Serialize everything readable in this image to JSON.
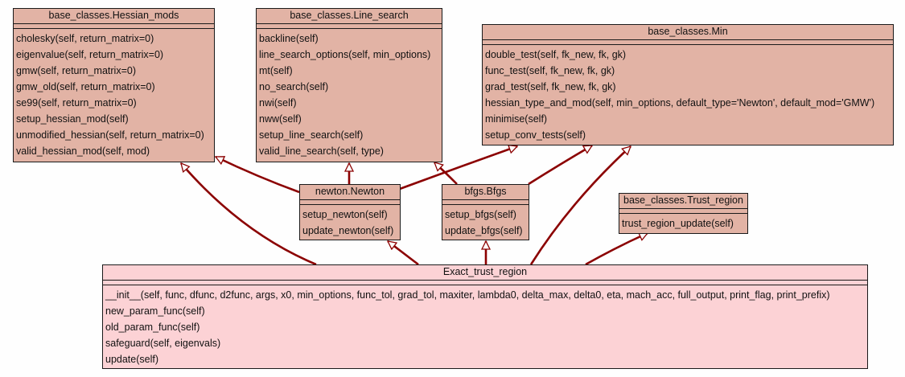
{
  "diagram": {
    "type": "uml-class-inheritance",
    "colors": {
      "base_class_fill": "#e2b3a5",
      "main_class_fill": "#fcd2d5",
      "edge": "#8b0000",
      "border": "#1a1a1a"
    },
    "classes": {
      "hessian_mods": {
        "name": "base_classes.Hessian_mods",
        "methods": [
          "cholesky(self, return_matrix=0)",
          "eigenvalue(self, return_matrix=0)",
          "gmw(self, return_matrix=0)",
          "gmw_old(self, return_matrix=0)",
          "se99(self, return_matrix=0)",
          "setup_hessian_mod(self)",
          "unmodified_hessian(self, return_matrix=0)",
          "valid_hessian_mod(self, mod)"
        ]
      },
      "line_search": {
        "name": "base_classes.Line_search",
        "methods": [
          "backline(self)",
          "line_search_options(self, min_options)",
          "mt(self)",
          "no_search(self)",
          "nwi(self)",
          "nww(self)",
          "setup_line_search(self)",
          "valid_line_search(self, type)"
        ]
      },
      "min": {
        "name": "base_classes.Min",
        "methods": [
          "double_test(self, fk_new, fk, gk)",
          "func_test(self, fk_new, fk, gk)",
          "grad_test(self, fk_new, fk, gk)",
          "hessian_type_and_mod(self, min_options, default_type='Newton', default_mod='GMW')",
          "minimise(self)",
          "setup_conv_tests(self)"
        ]
      },
      "newton": {
        "name": "newton.Newton",
        "methods": [
          "setup_newton(self)",
          "update_newton(self)"
        ]
      },
      "bfgs": {
        "name": "bfgs.Bfgs",
        "methods": [
          "setup_bfgs(self)",
          "update_bfgs(self)"
        ]
      },
      "trust_region": {
        "name": "base_classes.Trust_region",
        "methods": [
          "trust_region_update(self)"
        ]
      },
      "exact_trust_region": {
        "name": "Exact_trust_region",
        "methods": [
          "__init__(self, func, dfunc, d2func, args, x0, min_options, func_tol, grad_tol, maxiter, lambda0, delta_max, delta0, eta, mach_acc, full_output, print_flag, print_prefix)",
          "new_param_func(self)",
          "old_param_func(self)",
          "safeguard(self, eigenvals)",
          "update(self)"
        ]
      }
    },
    "inheritance": [
      {
        "from": "newton.Newton",
        "to": "base_classes.Hessian_mods"
      },
      {
        "from": "newton.Newton",
        "to": "base_classes.Line_search"
      },
      {
        "from": "newton.Newton",
        "to": "base_classes.Min"
      },
      {
        "from": "bfgs.Bfgs",
        "to": "base_classes.Line_search"
      },
      {
        "from": "bfgs.Bfgs",
        "to": "base_classes.Min"
      },
      {
        "from": "Exact_trust_region",
        "to": "base_classes.Hessian_mods"
      },
      {
        "from": "Exact_trust_region",
        "to": "newton.Newton"
      },
      {
        "from": "Exact_trust_region",
        "to": "bfgs.Bfgs"
      },
      {
        "from": "Exact_trust_region",
        "to": "base_classes.Min"
      },
      {
        "from": "Exact_trust_region",
        "to": "base_classes.Trust_region"
      }
    ]
  }
}
